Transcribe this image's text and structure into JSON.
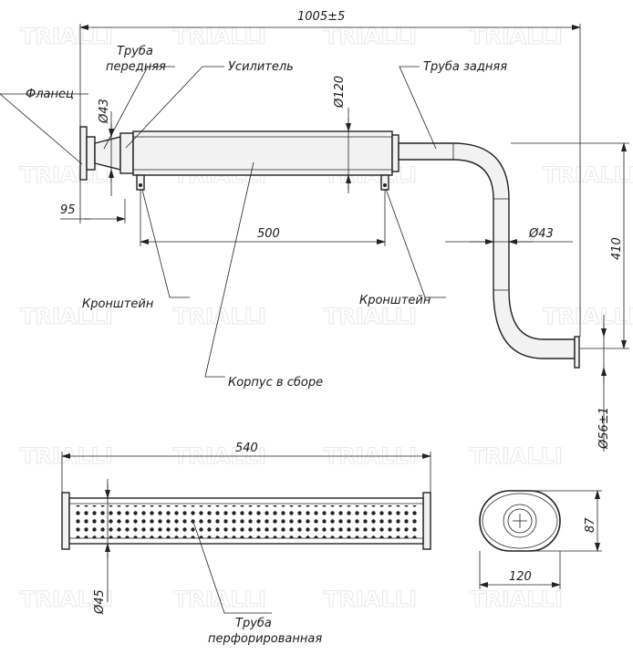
{
  "watermark": "TRIALLI",
  "labels": {
    "front_pipe_line1": "Труба",
    "front_pipe_line2": "передняя",
    "reinforcement": "Усилитель",
    "rear_pipe": "Труба задняя",
    "flange": "Фланец",
    "bracket_left": "Кронштейн",
    "bracket_right": "Кронштейн",
    "body_assembly": "Корпус в сборе",
    "perf_pipe_line1": "Труба",
    "perf_pipe_line2": "перфорированная"
  },
  "dimensions": {
    "overall_length": "1005±5",
    "front_pipe_dia": "Ø43",
    "body_dia": "Ø120",
    "flange_offset": "95",
    "body_length": "500",
    "rear_pipe_dia": "Ø43",
    "height": "410",
    "outlet_dia": "Ø56±1",
    "perf_length": "540",
    "perf_dia": "Ø45",
    "section_width": "120",
    "section_height": "87"
  }
}
